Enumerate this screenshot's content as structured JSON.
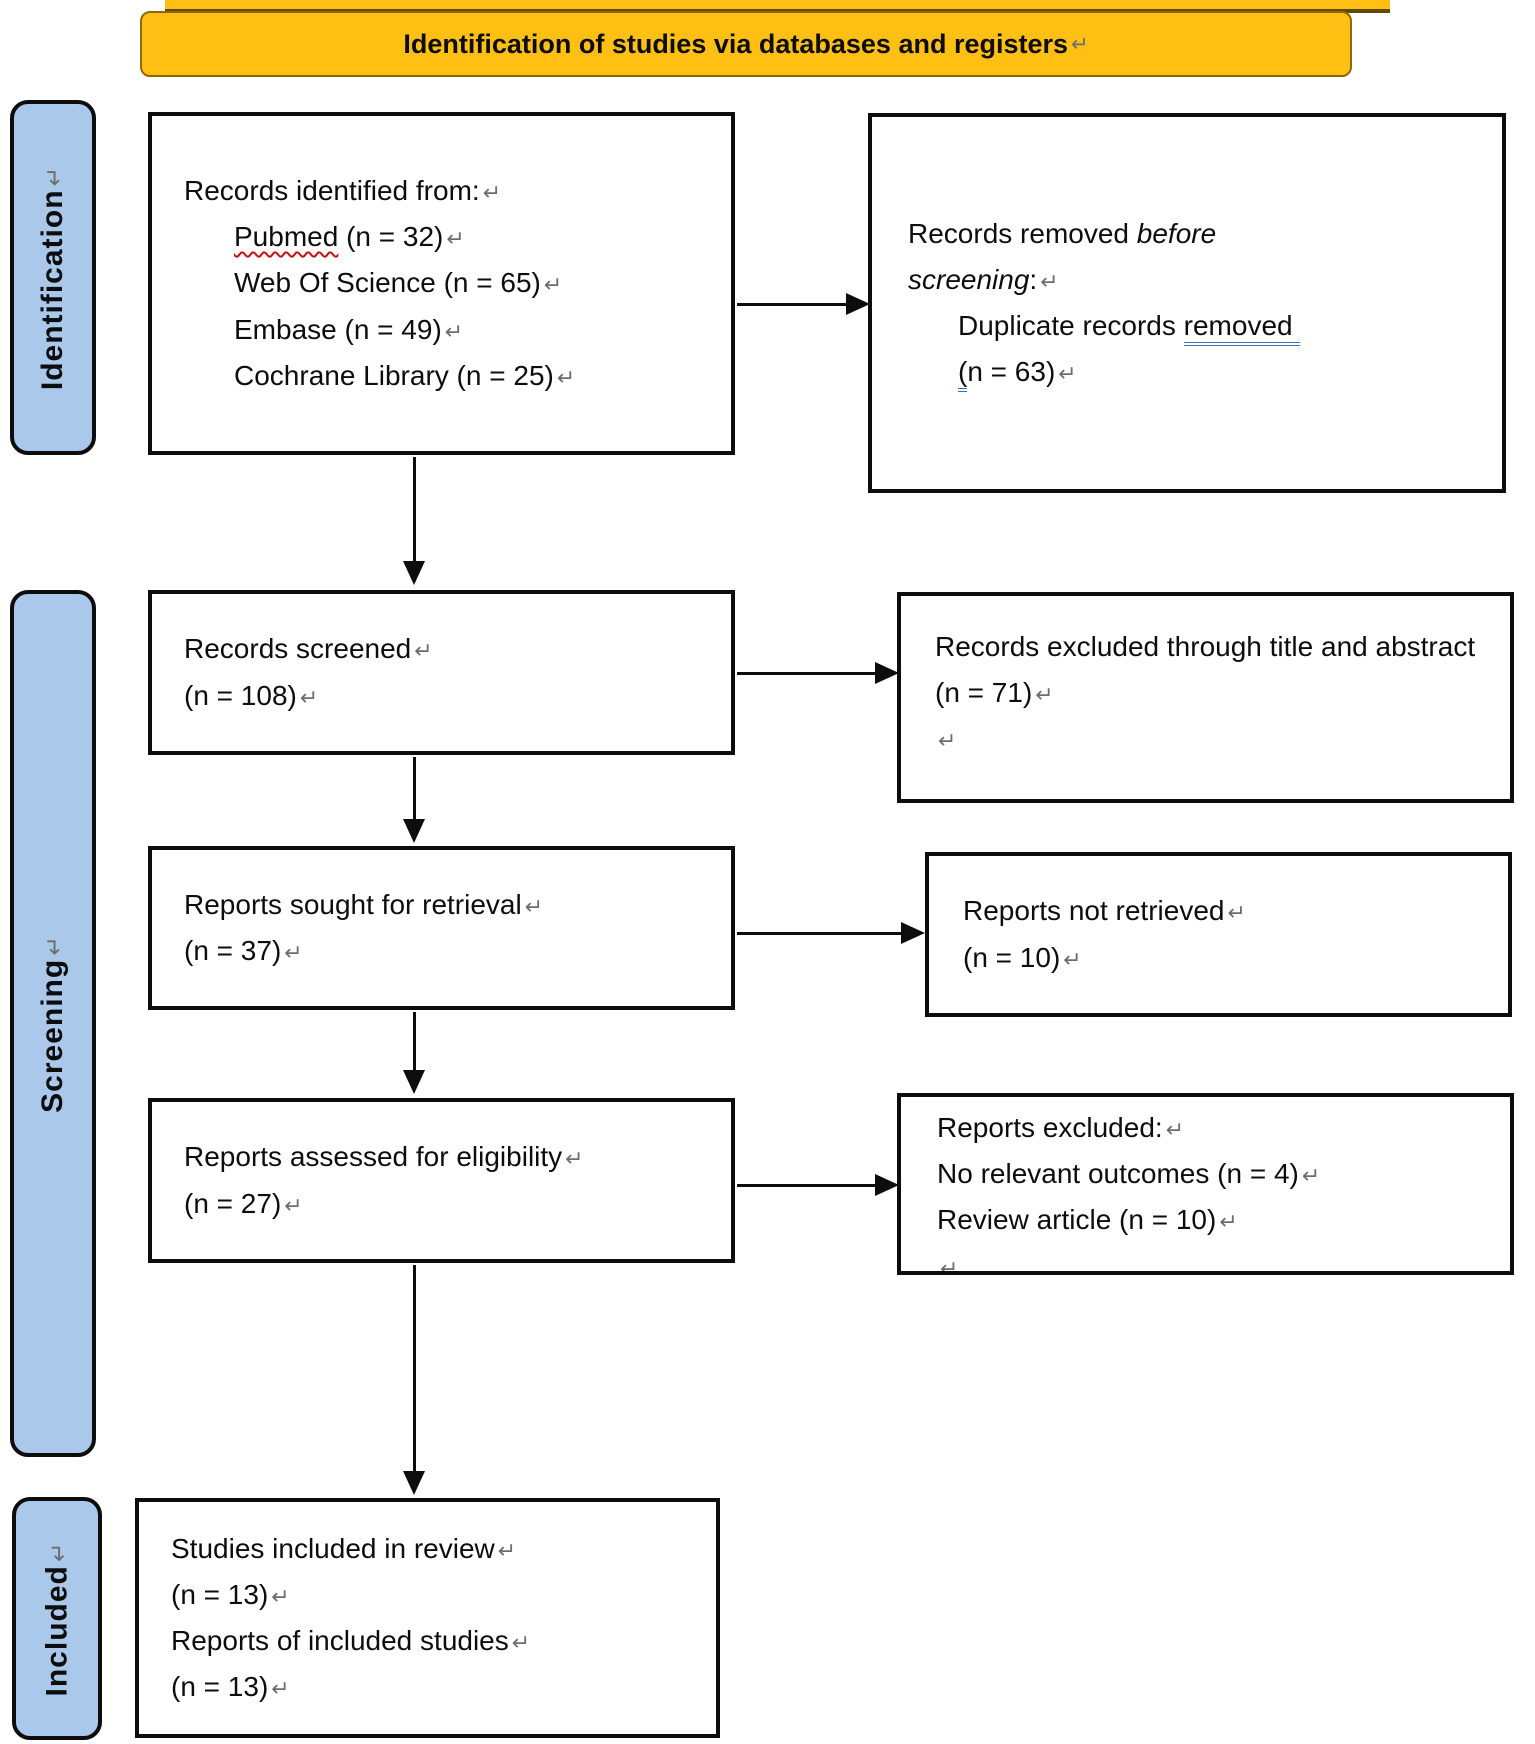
{
  "marks": {
    "return": "↵"
  },
  "colors": {
    "banner_bg": "#ffc013",
    "banner_border": "#8d6708",
    "label_bg": "#a9c8ea",
    "box_border": "#0d0d0d",
    "spellcheck_red": "#c41111",
    "grammar_blue": "#3a70ad"
  },
  "banner": {
    "text": "Identification of studies via databases and registers"
  },
  "sidebar": {
    "identification": "Identification",
    "screening": "Screening",
    "included": "Included"
  },
  "boxes": {
    "identified": {
      "title": "Records identified from:",
      "sources": [
        {
          "name": "Pubmed",
          "rest": " (n = 32)"
        },
        {
          "name": "Web Of Science",
          "rest": " (n = 65)"
        },
        {
          "name": "Embase",
          "rest": " (n = 49)"
        },
        {
          "name": "Cochrane Library",
          "rest": " (n = 25)"
        }
      ]
    },
    "removed_before": {
      "l1a": "Records removed ",
      "l1b": "before",
      "l2a": "screening",
      "l2b": ":",
      "l3a": "Duplicate records ",
      "l3b": "removed ",
      "l4a": "(",
      "l4b": "n = 63)"
    },
    "screened": {
      "l1": "Records screened",
      "l2": "(n = 108)"
    },
    "excluded_title_abstract": {
      "l1": "Records excluded through title and abstract (n = 71)"
    },
    "sought": {
      "l1": "Reports sought for retrieval",
      "l2": "(n = 37)"
    },
    "not_retrieved": {
      "l1": "Reports not retrieved",
      "l2": "(n = 10)"
    },
    "assessed": {
      "l1": "Reports assessed for eligibility",
      "l2": "(n = 27)"
    },
    "reports_excluded": {
      "l1": "Reports excluded:",
      "l2": "No relevant outcomes (n = 4)",
      "l3": "Review article (n = 10)"
    },
    "included_review": {
      "l1": "Studies included in review",
      "l2": "(n = 13)",
      "l3": "Reports of included studies",
      "l4": "(n = 13)"
    }
  }
}
